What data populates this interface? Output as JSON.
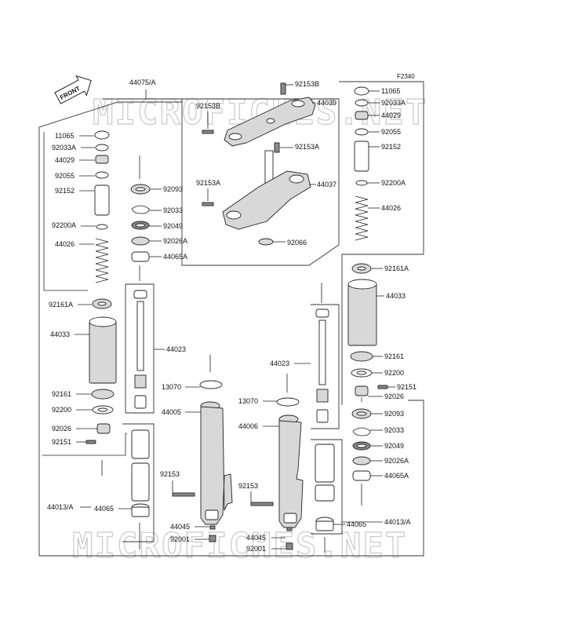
{
  "diagram_code": "F2340",
  "front_indicator": "FRONT",
  "watermark": "MICROFICHES.NET",
  "labels": {
    "assy_top": "44075/A",
    "l_11065": "11065",
    "l_92033A": "92033A",
    "l_44029": "44029",
    "l_92055": "92055",
    "l_92152": "92152",
    "l_92200A": "92200A",
    "l_44026": "44026",
    "l_92161A": "92161A",
    "l_44033": "44033",
    "l_92161": "92161",
    "l_92200": "92200",
    "l_92026": "92026",
    "l_92151": "92151",
    "l_44013A": "44013/A",
    "l_44065": "44065",
    "c_92093": "92093",
    "c_92033": "92033",
    "c_92049": "92049",
    "c_92026A": "92026A",
    "c_44065A": "44065A",
    "c_44023": "44023",
    "c_13070": "13070",
    "c_44005": "44005",
    "c_92153": "92153",
    "c_44045": "44045",
    "c_92001": "92001",
    "t_92153B_a": "92153B",
    "t_92153B_b": "92153B",
    "t_44039": "44039",
    "t_92153A_a": "92153A",
    "t_92153A_b": "92153A",
    "t_44037": "44037",
    "t_92066": "92066",
    "m_44023": "44023",
    "m_13070": "13070",
    "m_44006": "44006",
    "m_92153": "92153",
    "m_44045": "44045",
    "m_92001": "92001",
    "r_11065": "11065",
    "r_92033A": "92033A",
    "r_44029": "44029",
    "r_92055": "92055",
    "r_92152": "92152",
    "r_92200A": "92200A",
    "r_44026": "44026",
    "r_92161A": "92161A",
    "r_44033": "44033",
    "r_92161": "92161",
    "r_92200": "92200",
    "r_92151": "92151",
    "r_92026": "92026",
    "r_92093": "92093",
    "r_92033": "92033",
    "r_92049": "92049",
    "r_92026A": "92026A",
    "r_44065A": "44065A",
    "r_44065": "44065",
    "r_44013A": "44013/A"
  }
}
